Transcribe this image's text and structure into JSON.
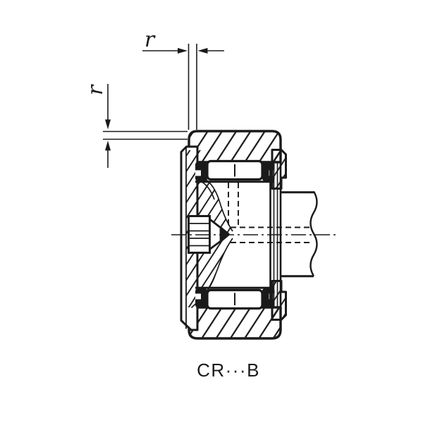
{
  "figure": {
    "caption": "CR···B",
    "dimensions": {
      "top_radius_label": "r",
      "left_radius_label": "r"
    }
  },
  "colors": {
    "ink": "#1a1a1a",
    "background": "#ffffff"
  }
}
